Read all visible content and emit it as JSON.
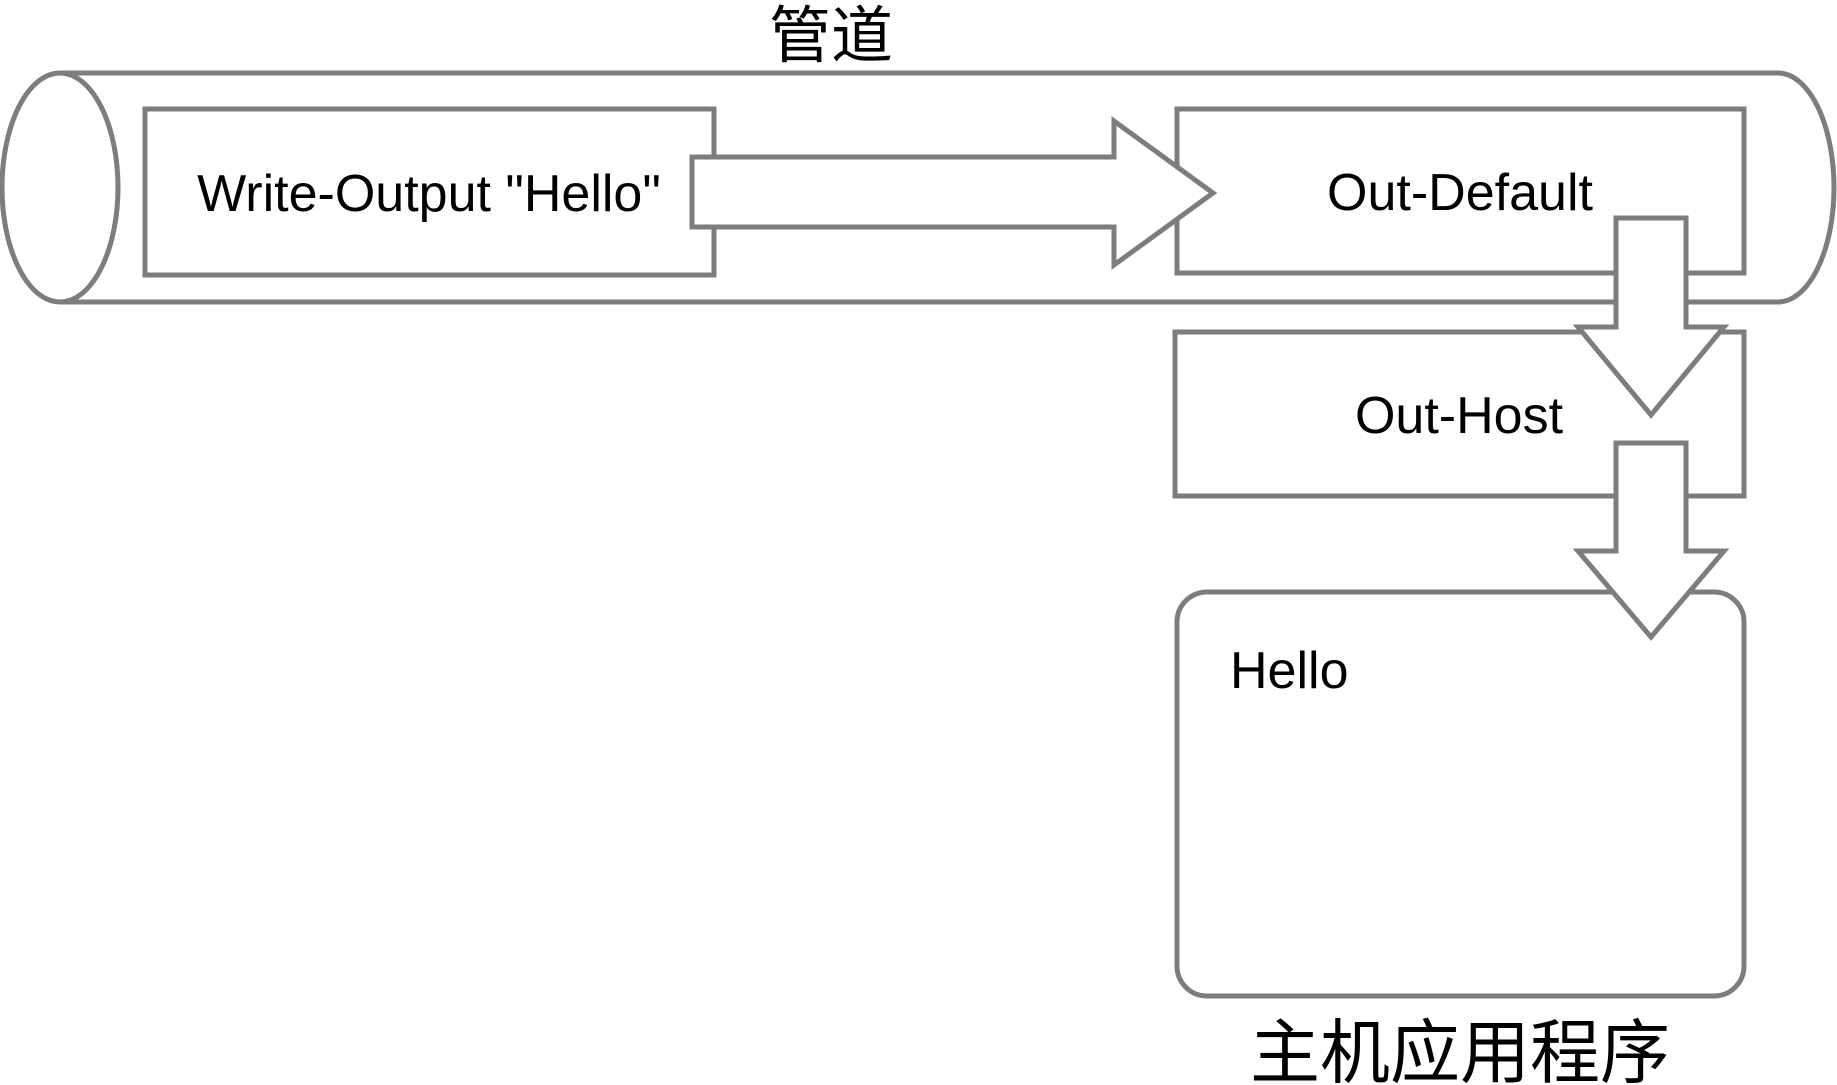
{
  "diagram": {
    "title": "管道",
    "nodes": {
      "write_output": "Write-Output \"Hello\"",
      "out_default": "Out-Default",
      "out_host": "Out-Host",
      "host_output": "Hello",
      "host_caption": "主机应用程序"
    },
    "colors": {
      "stroke": "#7d7d7d",
      "text": "#000000",
      "background": "#ffffff"
    }
  }
}
